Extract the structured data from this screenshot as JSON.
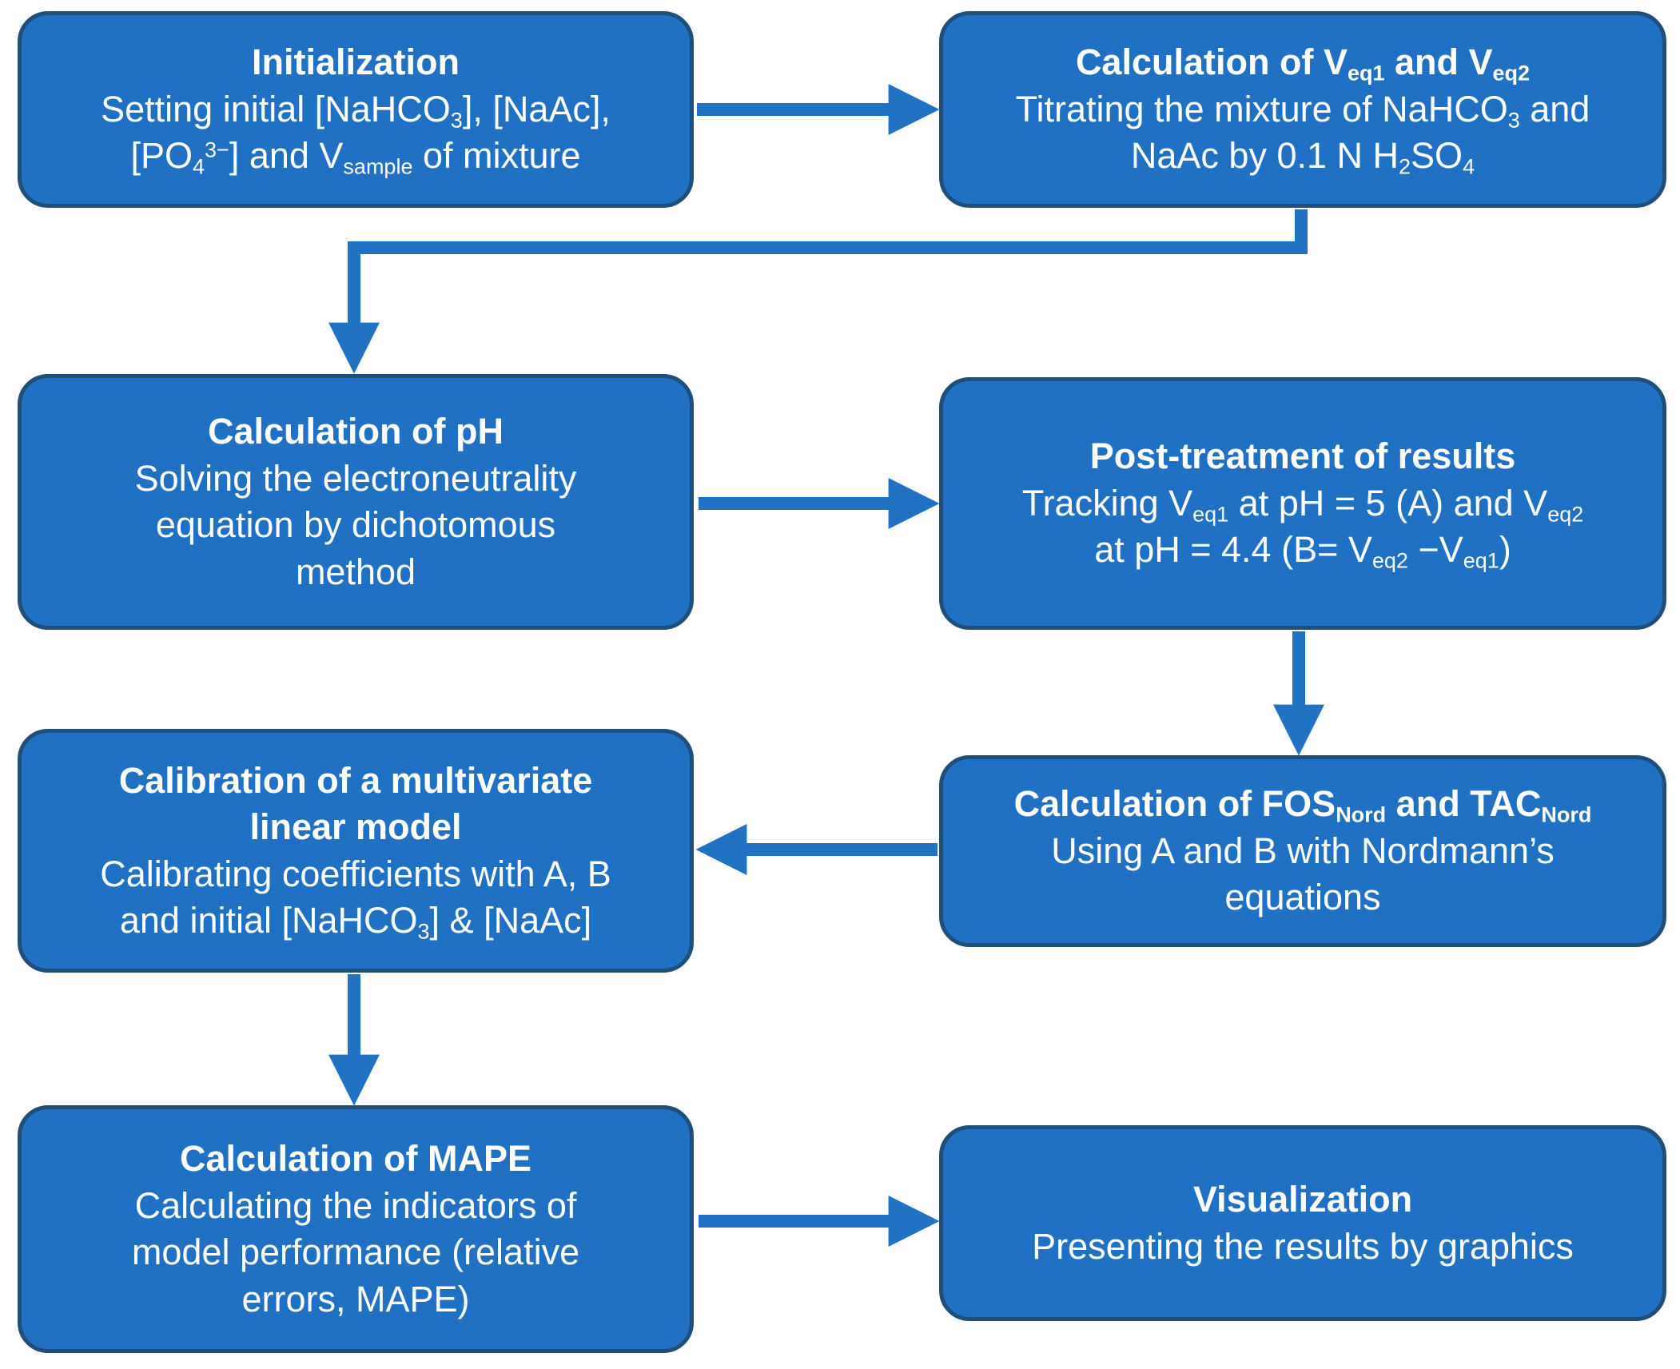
{
  "diagram": {
    "title": "Simulation and calibration workflow flowchart",
    "colors": {
      "box_fill": "#2070C4",
      "box_border": "#1F4E79",
      "arrow": "#2272C3",
      "text": "#FFFFFF",
      "background": "#FFFFFF"
    },
    "boxes": [
      {
        "id": "initialization",
        "title": "Initialization",
        "body": "Setting initial [NaHCO_{3}], [NaAc],\n[PO_{4}^{3−}] and V_{sample} of mixture"
      },
      {
        "id": "calculation-veq",
        "title": "Calculation of V_{eq1} and V_{eq2}",
        "body": "Titrating the mixture of NaHCO_{3} and\nNaAc by 0.1 N H_{2}SO_{4}"
      },
      {
        "id": "calculation-ph",
        "title": "Calculation of pH",
        "body": "Solving the electroneutrality\nequation by dichotomous\nmethod"
      },
      {
        "id": "post-treatment",
        "title": "Post-treatment of results",
        "body": "Tracking V_{eq1} at pH = 5 (A) and V_{eq2}\nat pH = 4.4 (B= V_{eq2} −V_{eq1})"
      },
      {
        "id": "calibration",
        "title": "Calibration of a multivariate\nlinear model",
        "body": "Calibrating coefficients with A, B\nand initial [NaHCO_{3}] & [NaAc]"
      },
      {
        "id": "calculation-fos-tac",
        "title": "Calculation of FOS_{Nord} and TAC_{Nord}",
        "body": "Using A and B with Nordmann’s\nequations"
      },
      {
        "id": "calculation-mape",
        "title": "Calculation of MAPE",
        "body": "Calculating the indicators of\nmodel performance (relative\nerrors, MAPE)"
      },
      {
        "id": "visualization",
        "title": "Visualization",
        "body": "Presenting the results by graphics"
      }
    ],
    "arrows": [
      {
        "id": "arrow-initialization-to-veq",
        "from": "initialization",
        "to": "calculation-veq"
      },
      {
        "id": "arrow-veq-to-ph",
        "from": "calculation-veq",
        "to": "calculation-ph"
      },
      {
        "id": "arrow-ph-to-posttreatment",
        "from": "calculation-ph",
        "to": "post-treatment"
      },
      {
        "id": "arrow-posttreatment-to-fos-tac",
        "from": "post-treatment",
        "to": "calculation-fos-tac"
      },
      {
        "id": "arrow-fos-tac-to-calibration",
        "from": "calculation-fos-tac",
        "to": "calibration"
      },
      {
        "id": "arrow-calibration-to-mape",
        "from": "calibration",
        "to": "calculation-mape"
      },
      {
        "id": "arrow-mape-to-visualization",
        "from": "calculation-mape",
        "to": "visualization"
      }
    ]
  }
}
